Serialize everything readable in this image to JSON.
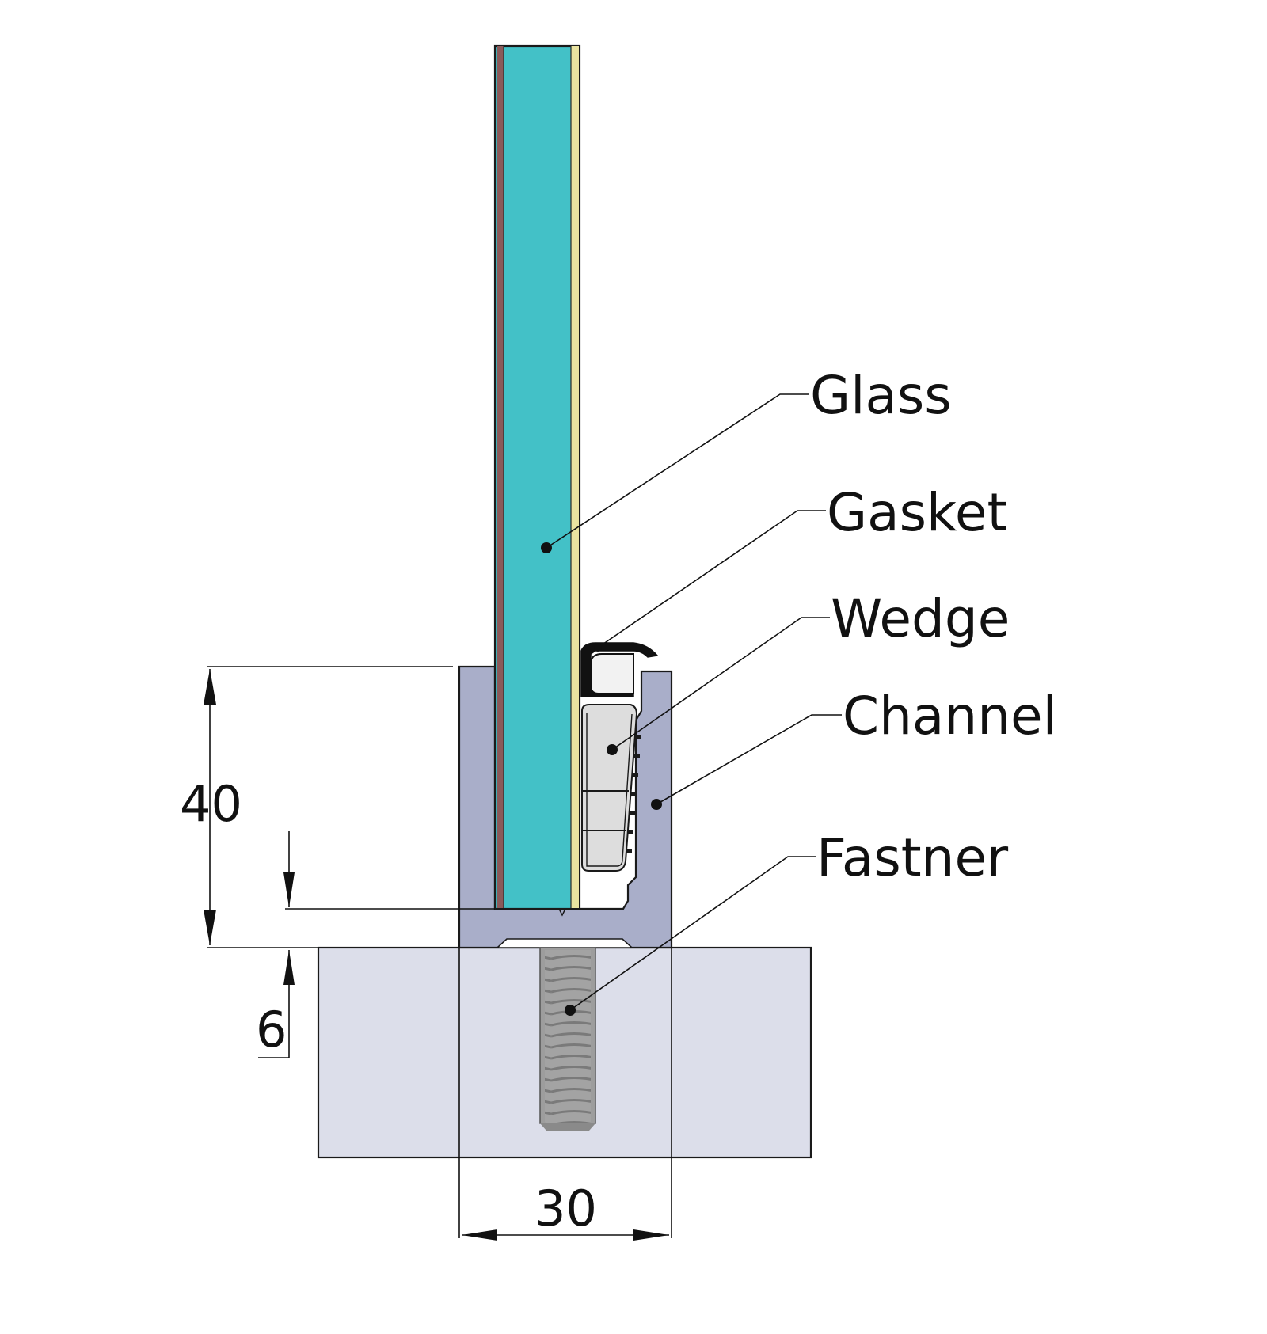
{
  "labels": {
    "glass": "Glass",
    "gasket": "Gasket",
    "wedge": "Wedge",
    "channel": "Channel",
    "fastener": "Fastner"
  },
  "dimensions": {
    "channel_height": "40",
    "base_offset": "6",
    "channel_width": "30"
  },
  "colors": {
    "glass": "#43C1C7",
    "glass_edge_left": "#8A5A5A",
    "glass_edge_right": "#E9E3A0",
    "channel": "#A9AEC9",
    "base": "#DCDEEA",
    "wedge": "#DDDDDD",
    "fastener": "#9D9D9D",
    "gasket": "#F2F2F2"
  }
}
